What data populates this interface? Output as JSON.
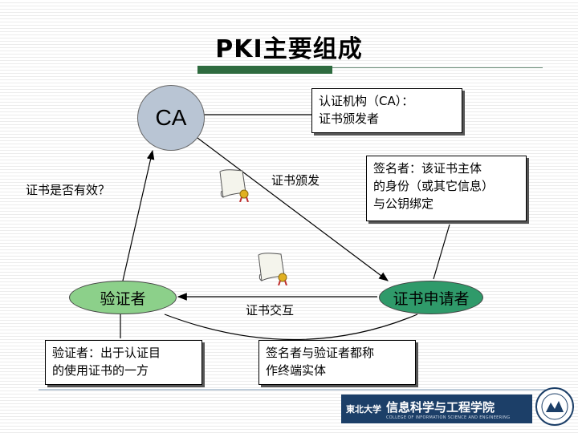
{
  "title": "PKI主要组成",
  "nodes": {
    "ca": "CA",
    "ca_box_line1": "认证机构（CA）：",
    "ca_box_line2": "证书颁发者",
    "verifier": "验证者",
    "applicant": "证书申请者"
  },
  "labels": {
    "cert_valid": "证书是否有效？",
    "cert_issue": "证书颁发",
    "cert_exchange": "证书交互"
  },
  "notes": {
    "signer_line1": "签名者：该证书主体",
    "signer_line2": "的身份（或其它信息）",
    "signer_line3": "与公钥绑定",
    "verifier_line1": "验证者：出于认证目",
    "verifier_line2": "的使用证书的一方",
    "end_entity_line1": "签名者与验证者都称",
    "end_entity_line2": "作终端实体"
  },
  "footer": {
    "logo_cn": "東北大学",
    "school": "信息科学与工程学院",
    "school_en": "COLLEGE OF INFORMATION SCIENCE AND ENGINEERING"
  },
  "colors": {
    "title_bar": "#2e6b3f",
    "ca_fill": "#b9c5d4",
    "verifier_fill": "#8cd08a",
    "applicant_fill": "#2f9a6a",
    "footer_bg": "#1c3f68"
  }
}
